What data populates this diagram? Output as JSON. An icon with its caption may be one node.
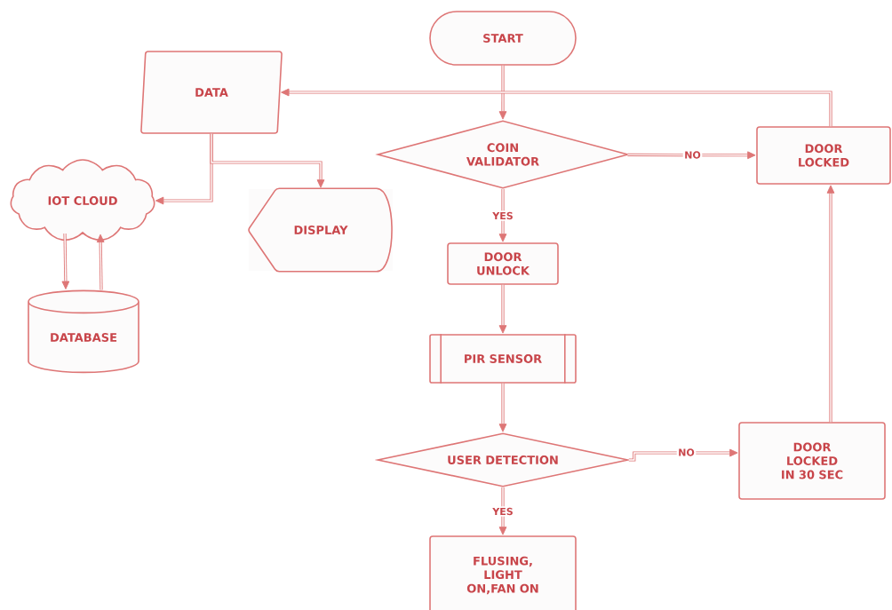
{
  "diagram": {
    "nodes": [
      {
        "text": [
          "START"
        ]
      },
      {
        "text": [
          "DATA"
        ]
      },
      {
        "text": [
          "COIN VALIDATOR"
        ]
      },
      {
        "text": [
          "DOOR LOCKED"
        ]
      },
      {
        "text": [
          "IOT CLOUD"
        ]
      },
      {
        "text": [
          "DISPLAY"
        ]
      },
      {
        "text": [
          "DATABASE"
        ]
      },
      {
        "text": [
          "DOOR UNLOCK"
        ]
      },
      {
        "text": [
          "PIR SENSOR"
        ]
      },
      {
        "text": [
          "USER DETECTION"
        ]
      },
      {
        "text": [
          "DOOR LOCKED IN 30 SEC"
        ]
      },
      {
        "text": [
          "FLUSING, LIGHT ON,FAN ON"
        ]
      }
    ],
    "edges": [
      {
        "from": 0,
        "to": 2,
        "arrow": "to"
      },
      {
        "from": 2,
        "to": 3,
        "arrow": "to",
        "label": "NO"
      },
      {
        "from": 2,
        "to": 7,
        "arrow": "to",
        "label": "YES"
      },
      {
        "from": 7,
        "to": 8,
        "arrow": "to"
      },
      {
        "from": 8,
        "to": 9,
        "arrow": "to"
      },
      {
        "from": 9,
        "to": 10,
        "arrow": "to",
        "label": "NO"
      },
      {
        "from": 9,
        "to": 11,
        "arrow": "to",
        "label": "YES"
      },
      {
        "from": 10,
        "to": 3,
        "arrow": "to"
      },
      {
        "from": 3,
        "to": 1,
        "arrow": "to"
      },
      {
        "from": 1,
        "to": 4,
        "arrow": "to"
      },
      {
        "from": 1,
        "to": 5,
        "arrow": "to"
      },
      {
        "from": 4,
        "to": 6,
        "arrow": "to"
      },
      {
        "from": 6,
        "to": 4,
        "arrow": "to"
      }
    ]
  }
}
